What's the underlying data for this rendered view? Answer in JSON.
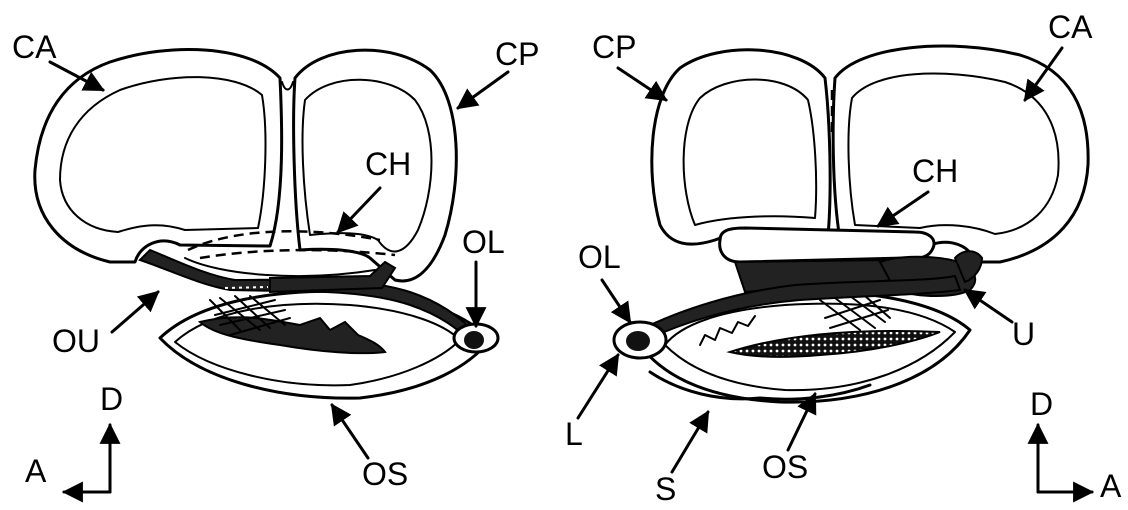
{
  "left_figure": {
    "labels": {
      "ca": "CA",
      "cp": "CP",
      "ch": "CH",
      "ol": "OL",
      "ou": "OU",
      "os": "OS",
      "d": "D",
      "a": "A"
    }
  },
  "right_figure": {
    "labels": {
      "cp": "CP",
      "ca": "CA",
      "ch": "CH",
      "ol": "OL",
      "u": "U",
      "l": "L",
      "os": "OS",
      "s": "S",
      "d": "D",
      "a": "A"
    }
  },
  "colors": {
    "ink": "#000000",
    "fill_dark": "#222222",
    "background": "#ffffff"
  }
}
